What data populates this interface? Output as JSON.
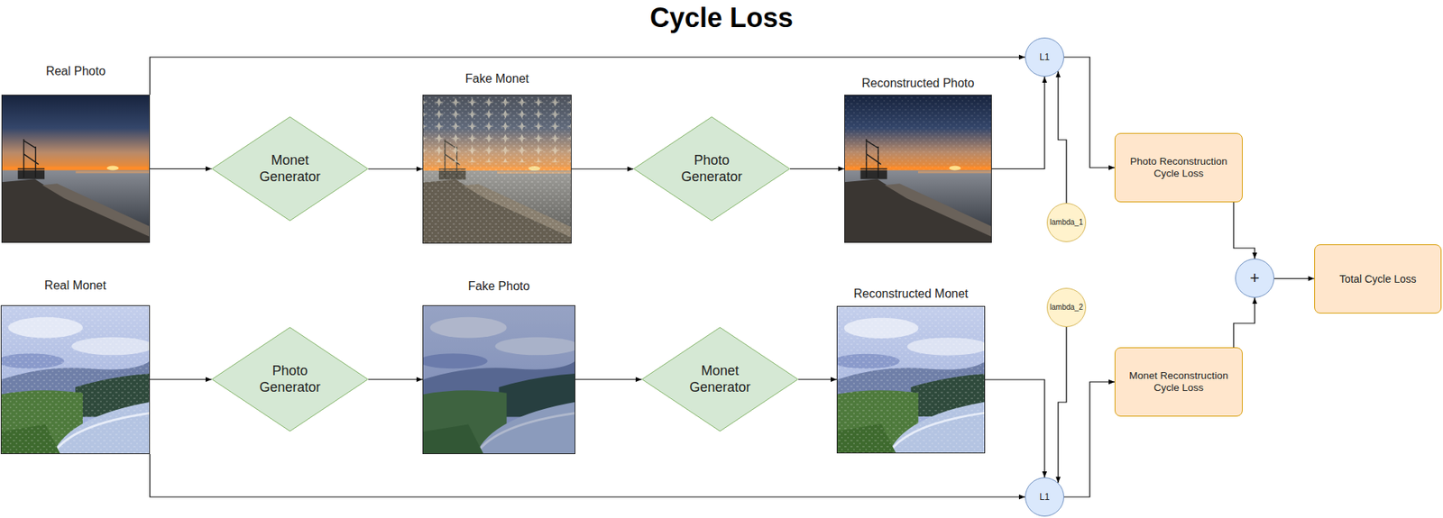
{
  "diagram": {
    "title": "Cycle Loss",
    "nodes": [
      {
        "text": [
          "Real Photo"
        ]
      },
      {
        "text": [
          "Monet Generator"
        ]
      },
      {
        "text": [
          "Fake Monet"
        ]
      },
      {
        "text": [
          "Photo Generator"
        ]
      },
      {
        "text": [
          "Reconstructed Photo"
        ]
      },
      {
        "text": [
          "L1"
        ]
      },
      {
        "text": [
          "lambda_1"
        ]
      },
      {
        "text": [
          "Photo Reconstruction Cycle Loss"
        ]
      },
      {
        "text": [
          "Real Monet"
        ]
      },
      {
        "text": [
          "Photo Generator"
        ]
      },
      {
        "text": [
          "Fake Photo"
        ]
      },
      {
        "text": [
          "Monet Generator"
        ]
      },
      {
        "text": [
          "Reconstructed Monet"
        ]
      },
      {
        "text": [
          "lambda_2"
        ]
      },
      {
        "text": [
          "L1"
        ]
      },
      {
        "text": [
          "Monet Reconstruction Cycle Loss"
        ]
      },
      {
        "text": [
          "+"
        ]
      },
      {
        "text": [
          "Total Cycle Loss"
        ]
      }
    ],
    "edges": [
      {
        "from": 0,
        "to": 1,
        "arrow": "to"
      },
      {
        "from": 1,
        "to": 2,
        "arrow": "to"
      },
      {
        "from": 2,
        "to": 3,
        "arrow": "to"
      },
      {
        "from": 3,
        "to": 4,
        "arrow": "to"
      },
      {
        "from": 0,
        "to": 5,
        "arrow": "to"
      },
      {
        "from": 4,
        "to": 5,
        "arrow": "to"
      },
      {
        "from": 6,
        "to": 5,
        "arrow": "to"
      },
      {
        "from": 5,
        "to": 7,
        "arrow": "to"
      },
      {
        "from": 8,
        "to": 9,
        "arrow": "to"
      },
      {
        "from": 9,
        "to": 10,
        "arrow": "to"
      },
      {
        "from": 10,
        "to": 11,
        "arrow": "to"
      },
      {
        "from": 11,
        "to": 12,
        "arrow": "to"
      },
      {
        "from": 8,
        "to": 14,
        "arrow": "to"
      },
      {
        "from": 12,
        "to": 14,
        "arrow": "to"
      },
      {
        "from": 13,
        "to": 14,
        "arrow": "to"
      },
      {
        "from": 14,
        "to": 15,
        "arrow": "to"
      },
      {
        "from": 7,
        "to": 16,
        "arrow": "to"
      },
      {
        "from": 15,
        "to": 16,
        "arrow": "to"
      },
      {
        "from": 16,
        "to": 17,
        "arrow": "to"
      }
    ]
  }
}
